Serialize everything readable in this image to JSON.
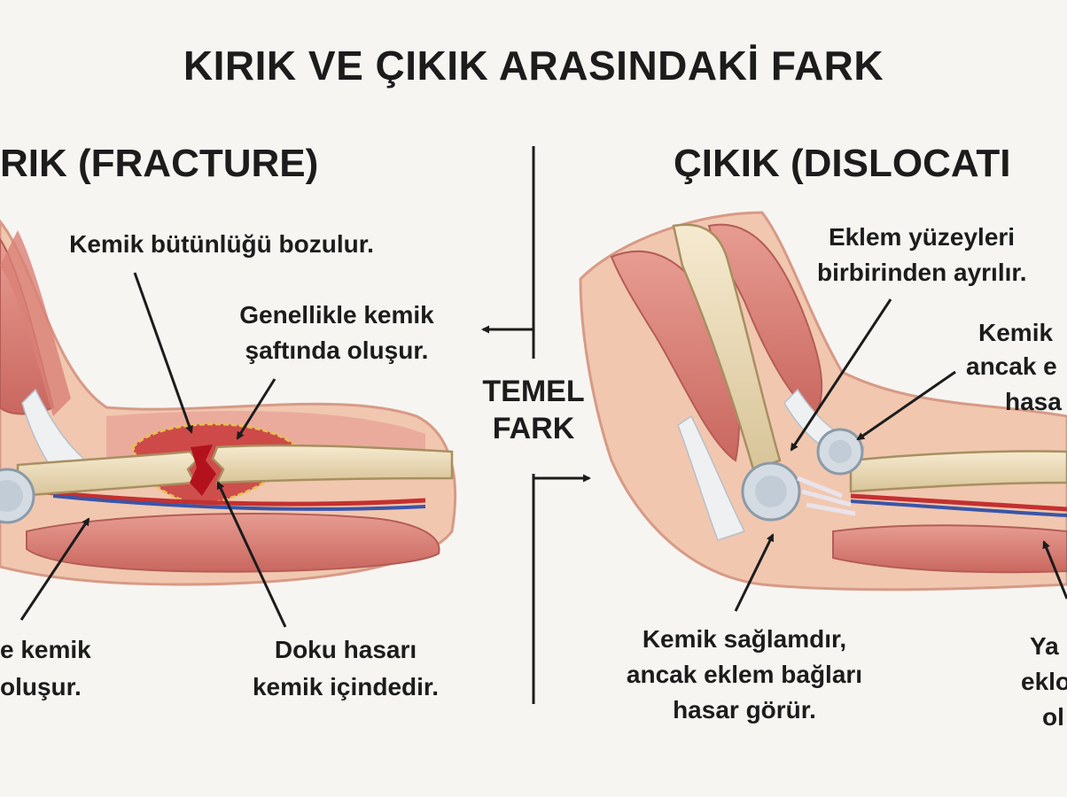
{
  "title": "KIRIK VE ÇIKIK ARASINDAKİ FARK",
  "center_label": [
    "TEMEL",
    "FARK"
  ],
  "fracture": {
    "heading": "RIK (FRACTURE)",
    "labels": {
      "bone_integrity": "Kemik bütünlüğü bozulur.",
      "shaft": [
        "Genellikle kemik",
        "şaftında oluşur."
      ],
      "partial_left": [
        "e kemik",
        "oluşur."
      ],
      "tissue_damage": [
        "Doku hasarı",
        "kemik içindedir."
      ]
    }
  },
  "dislocation": {
    "heading": "ÇIKIK (DISLOCATI",
    "labels": {
      "joint_surfaces": [
        "Eklem yüzeyleri",
        "birbirinden ayrılır."
      ],
      "partial_right": [
        "Kemik",
        "ancak e",
        "hasa"
      ],
      "bone_solid": [
        "Kemik sağlamdır,",
        "ancak eklem bağları",
        "hasar görür."
      ],
      "partial_bottom": [
        "Ya",
        "eklo",
        "ol"
      ]
    }
  },
  "colors": {
    "background": "#f7f5f2",
    "skin": "#f1c7b0",
    "muscle": "#d9837a",
    "bone": "#ecdcb8",
    "fracture_red": "#c8242c",
    "artery": "#c4302f",
    "vein": "#3a55a8",
    "text": "#1c1c1c"
  },
  "icons": [
    "arrow-left-icon",
    "arrow-right-icon",
    "pointer-arrow-icon"
  ]
}
